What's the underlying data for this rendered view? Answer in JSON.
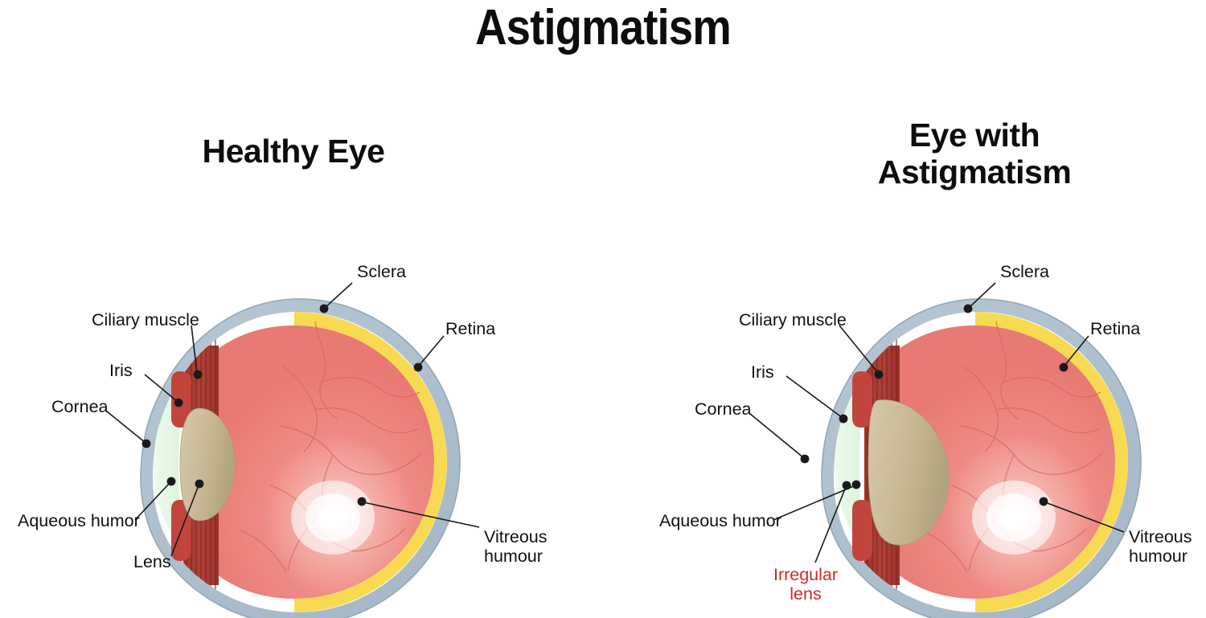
{
  "document": {
    "title": "Astigmatism",
    "type": "medical-illustration",
    "background_color": "#ffffff"
  },
  "panels": [
    {
      "id": "healthy",
      "heading_lines": [
        "Healthy Eye"
      ],
      "labels": [
        {
          "id": "sclera",
          "text": "Sclera"
        },
        {
          "id": "ciliary-muscle",
          "text": "Ciliary muscle"
        },
        {
          "id": "retina",
          "text": "Retina"
        },
        {
          "id": "iris",
          "text": "Iris"
        },
        {
          "id": "cornea",
          "text": "Cornea"
        },
        {
          "id": "aqueous-humor",
          "text": "Aqueous humor"
        },
        {
          "id": "lens",
          "text": "Lens"
        },
        {
          "id": "vitreous-humour",
          "text": "Vitreous humour",
          "line1": "Vitreous",
          "line2": "humour"
        }
      ]
    },
    {
      "id": "astigmatism",
      "heading_lines": [
        "Eye with",
        "Astigmatism"
      ],
      "labels": [
        {
          "id": "sclera",
          "text": "Sclera"
        },
        {
          "id": "ciliary-muscle",
          "text": "Ciliary muscle"
        },
        {
          "id": "retina",
          "text": "Retina"
        },
        {
          "id": "iris",
          "text": "Iris"
        },
        {
          "id": "cornea",
          "text": "Cornea"
        },
        {
          "id": "aqueous-humor",
          "text": "Aqueous humor"
        },
        {
          "id": "irregular-lens",
          "text": "Irregular lens",
          "line1": "Irregular",
          "line2": "lens",
          "color": "#d2282a"
        },
        {
          "id": "vitreous-humour",
          "text": "Vitreous humour",
          "line1": "Vitreous",
          "line2": "humour"
        }
      ]
    }
  ],
  "text": {
    "title": "Astigmatism",
    "healthy_heading": "Healthy Eye",
    "astig_heading_line1": "Eye with",
    "astig_heading_line2": "Astigmatism",
    "sclera": "Sclera",
    "ciliary_muscle": "Ciliary muscle",
    "retina": "Retina",
    "iris": "Iris",
    "cornea": "Cornea",
    "aqueous_humor": "Aqueous humor",
    "lens": "Lens",
    "vitreous_line1": "Vitreous",
    "vitreous_line2": "humour",
    "irregular_line1": "Irregular",
    "irregular_line2": "lens"
  },
  "colors": {
    "sclera": "#aebfcd",
    "sclera_edge": "#9fb1c0",
    "retina_yellow": "#f8da52",
    "vitreous_red": "#ec7f78",
    "vitreous_red_dark": "#e0716a",
    "lens_tan": "#c9bb99",
    "lens_tan_dark": "#b3a47e",
    "aqueous_green": "#e2f5e2",
    "ciliary_dark_red": "#a2392f",
    "iris_red": "#c0453c",
    "leader_line": "#1a1a1a",
    "text": "#111111",
    "warning_red": "#d2282a"
  }
}
